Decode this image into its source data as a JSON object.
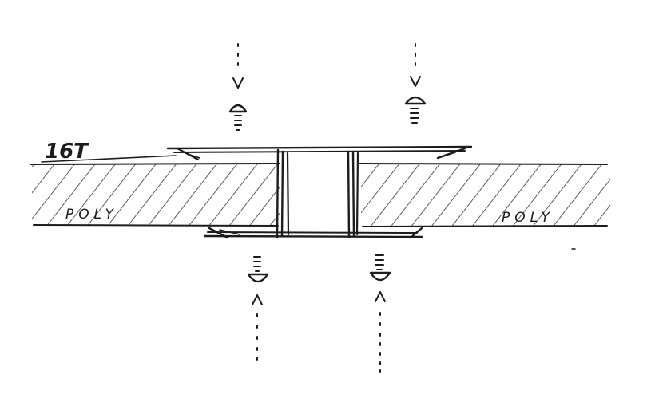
{
  "labels": {
    "gauge": "16T",
    "material_left": "POLY",
    "material_right": "POLY"
  },
  "colors": {
    "ink": "#1c1c1c",
    "paper": "#ffffff"
  },
  "icons": {
    "top_left_fastener": "screw-icon",
    "top_right_fastener": "screw-icon",
    "bottom_left_fastener": "screw-icon",
    "bottom_right_fastener": "screw-icon"
  }
}
